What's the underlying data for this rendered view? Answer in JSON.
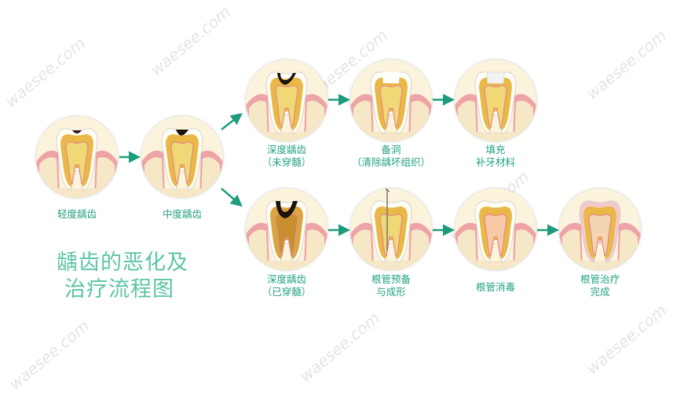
{
  "title": {
    "line1": "龋齿的恶化及",
    "line2": "治疗流程图"
  },
  "watermark": "waesee.com",
  "colors": {
    "arrow": "#1f9c7c",
    "label": "#23a184",
    "title": "#5cc4a6"
  },
  "stages": [
    {
      "id": "mild",
      "lines": [
        "轻度龋齿"
      ],
      "icon": "tooth-mild-cavity-icon",
      "variant": "mild"
    },
    {
      "id": "moderate",
      "lines": [
        "中度龋齿"
      ],
      "icon": "tooth-moderate-cavity-icon",
      "variant": "moderate"
    },
    {
      "id": "deep-unpierced",
      "lines": [
        "深度龋齿",
        "（未穿髓）"
      ],
      "icon": "tooth-deep-cavity-icon",
      "variant": "deep"
    },
    {
      "id": "prepare-cavity",
      "lines": [
        "备洞",
        "（清除龋坏组织）"
      ],
      "icon": "tooth-prepared-cavity-icon",
      "variant": "prepared"
    },
    {
      "id": "filling",
      "lines": [
        "填充",
        "补牙材料"
      ],
      "icon": "tooth-filled-icon",
      "variant": "filled"
    },
    {
      "id": "deep-pierced",
      "lines": [
        "深度龋齿",
        "（已穿髓）"
      ],
      "icon": "tooth-pulp-exposed-icon",
      "variant": "pierced"
    },
    {
      "id": "root-canal-prep",
      "lines": [
        "根管预备",
        "与成形"
      ],
      "icon": "tooth-root-canal-file-icon",
      "variant": "file"
    },
    {
      "id": "root-canal-disinfect",
      "lines": [
        "根管消毒"
      ],
      "icon": "tooth-disinfect-icon",
      "variant": "disinfect"
    },
    {
      "id": "root-canal-complete",
      "lines": [
        "根管治疗",
        "完成"
      ],
      "icon": "tooth-treated-icon",
      "variant": "complete"
    }
  ]
}
